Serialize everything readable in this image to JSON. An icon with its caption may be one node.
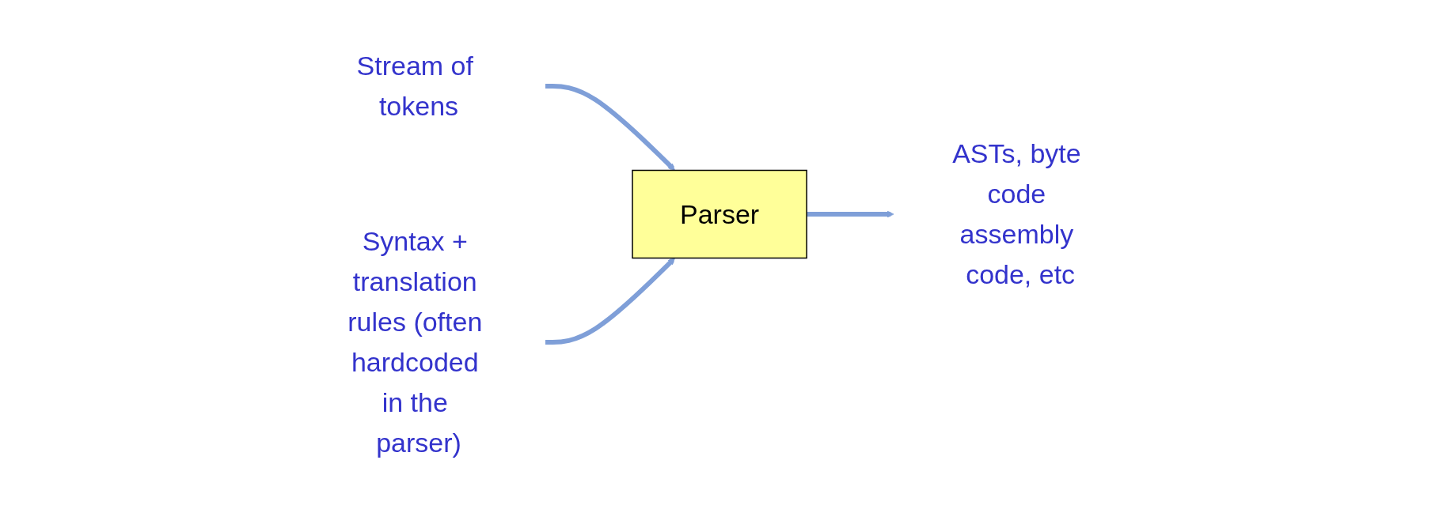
{
  "diagram": {
    "nodes": [
      {
        "text": [
          "Stream of tokens"
        ]
      },
      {
        "text": [
          "Parser"
        ]
      },
      {
        "text": [
          "ASTs, byte code assembly code, etc"
        ]
      },
      {
        "text": [
          "Syntax + translation rules (often hardcoded in the parser)"
        ]
      }
    ],
    "edges": [
      {
        "from": 0,
        "to": 1,
        "arrow": "to"
      },
      {
        "from": 1,
        "to": 2,
        "arrow": "to"
      },
      {
        "from": 3,
        "to": 1,
        "arrow": "to"
      }
    ]
  }
}
